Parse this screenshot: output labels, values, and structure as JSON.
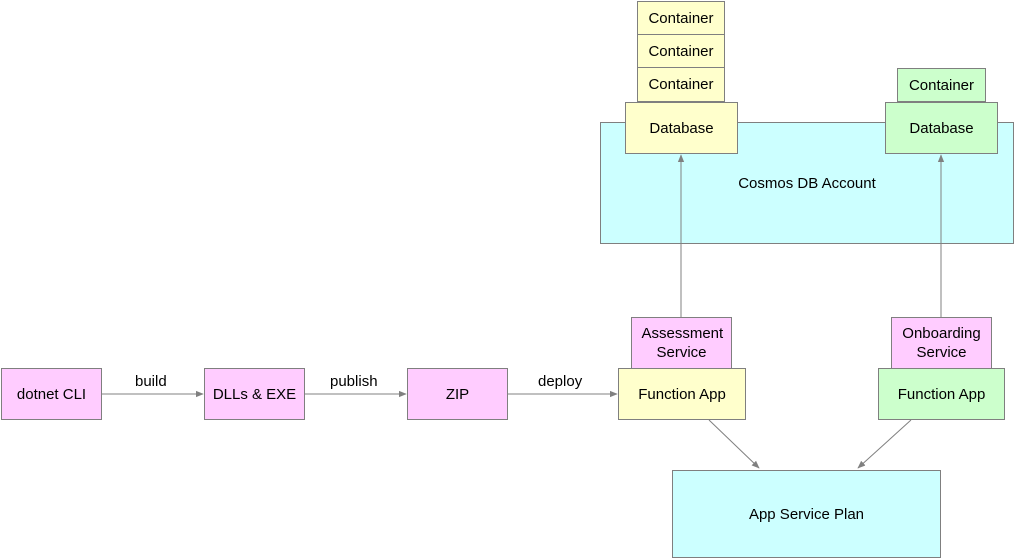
{
  "nodes": {
    "dotnet_cli": "dotnet CLI",
    "dlls_exe": "DLLs & EXE",
    "zip": "ZIP",
    "function_app_assessment": "Function App",
    "function_app_onboarding": "Function App",
    "assessment_service": "Assessment Service",
    "onboarding_service": "Onboarding Service",
    "app_service_plan": "App Service Plan",
    "cosmos_db_account": "Cosmos DB Account",
    "database_assessment": "Database",
    "database_onboarding": "Database",
    "container_1": "Container",
    "container_2": "Container",
    "container_3": "Container",
    "container_onboarding": "Container"
  },
  "edges": {
    "build": "build",
    "publish": "publish",
    "deploy": "deploy"
  },
  "colors": {
    "pink": "#ffccff",
    "yellow": "#ffffcc",
    "green": "#ccffcc",
    "cyan": "#ccffff",
    "border": "#7f7f7f",
    "arrow": "#808080"
  }
}
